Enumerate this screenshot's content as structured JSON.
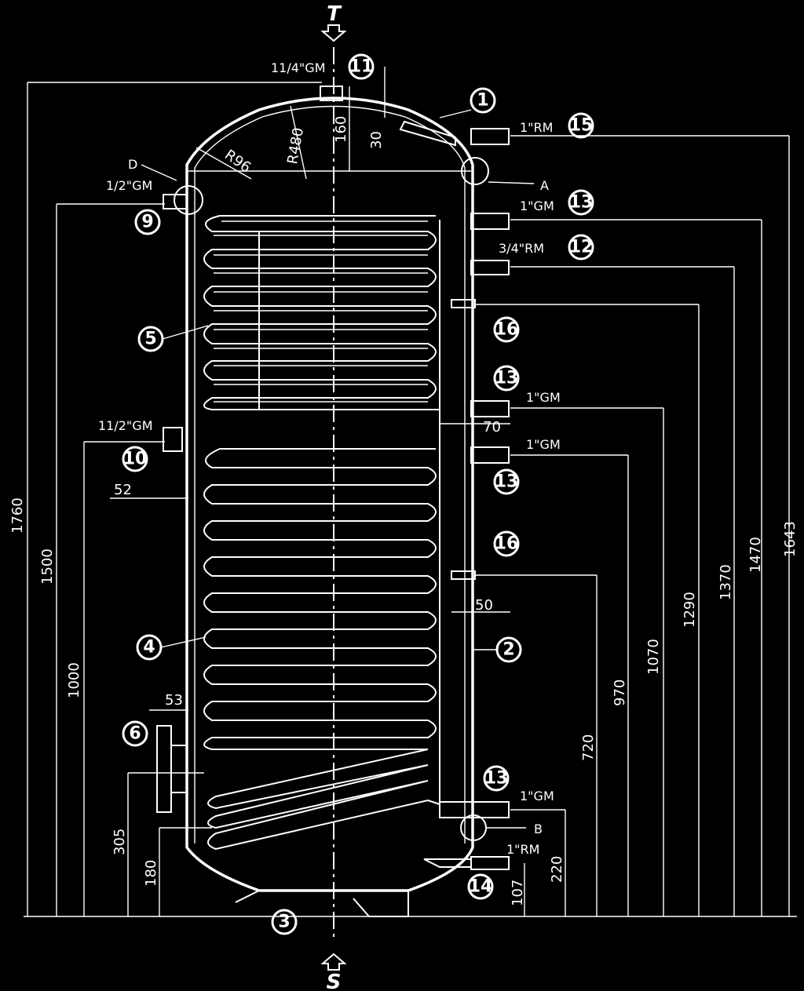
{
  "top_letter": "T",
  "bottom_letter": "S",
  "connections": {
    "c11": "11/4\"GM",
    "c15": "1\"RM",
    "c9": "1/2\"GM",
    "c13_top": "1\"GM",
    "c12": "3/4\"RM",
    "c13_mid": "1\"GM",
    "c13_low": "1\"GM",
    "c10": "11/2\"GM",
    "c13_bot": "1\"GM",
    "c14": "1\"RM"
  },
  "letters": {
    "D": "D",
    "A": "A",
    "B": "B"
  },
  "radii": {
    "r96": "R96",
    "r480": "R480"
  },
  "dims": {
    "d160": "160",
    "d30": "30",
    "d70": "70",
    "d52": "52",
    "d50": "50",
    "d53": "53",
    "d1760": "1760",
    "d1500": "1500",
    "d1000": "1000",
    "d305": "305",
    "d180": "180",
    "d1643": "1643",
    "d1470": "1470",
    "d1370": "1370",
    "d1290": "1290",
    "d1070": "1070",
    "d970": "970",
    "d720": "720",
    "d220": "220",
    "d107": "107"
  },
  "bubbles": {
    "b1": "1",
    "b2": "2",
    "b3": "3",
    "b4": "4",
    "b5": "5",
    "b6": "6",
    "b9": "9",
    "b10": "10",
    "b11": "11",
    "b12": "12",
    "b13a": "13",
    "b13b": "13",
    "b13c": "13",
    "b13d": "13",
    "b14": "14",
    "b15": "15",
    "b16a": "16",
    "b16b": "16"
  }
}
